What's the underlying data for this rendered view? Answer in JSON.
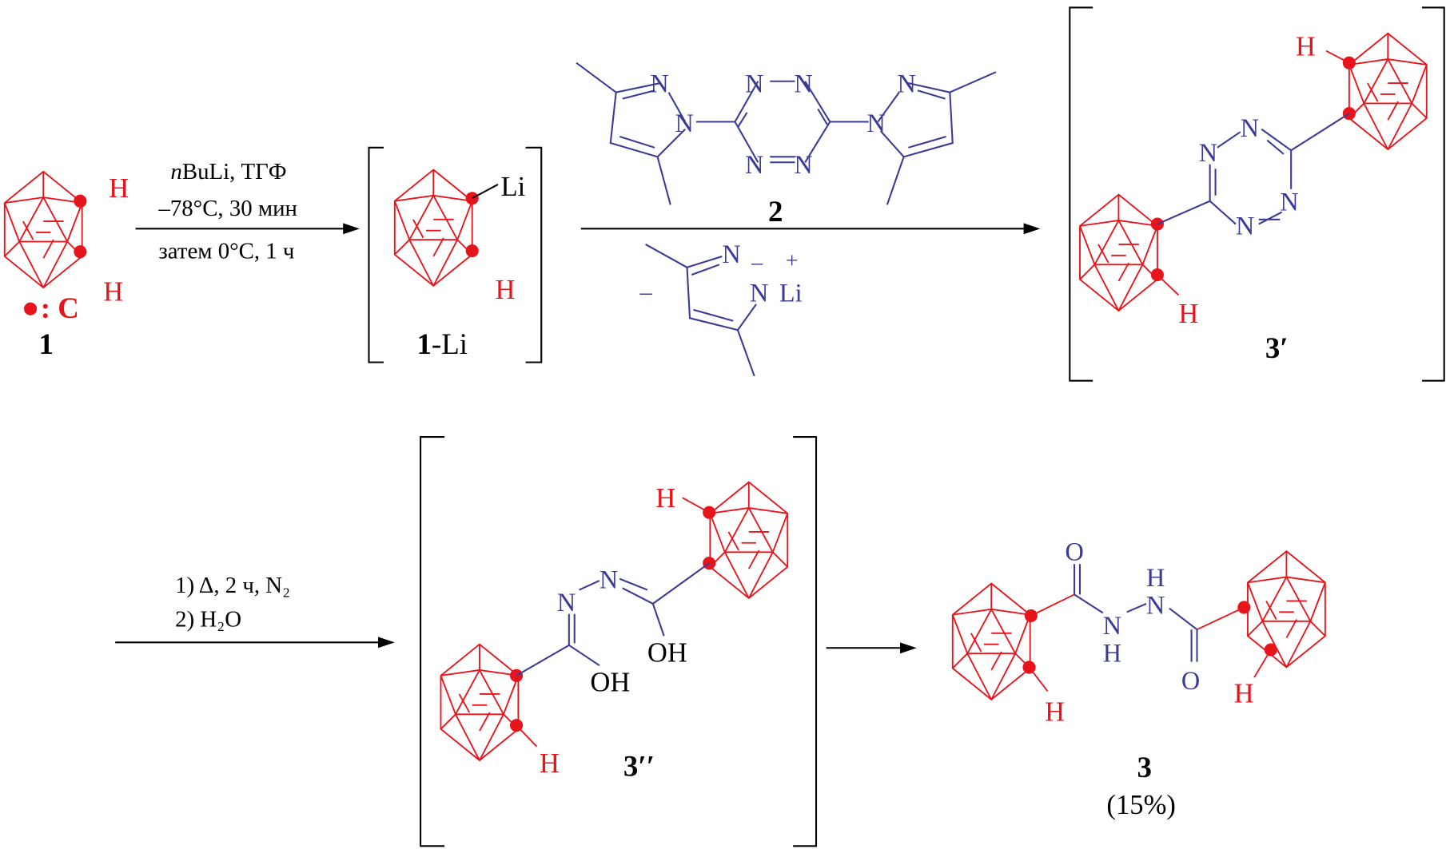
{
  "legend": {
    "dot": "●",
    "colon_c": ": C"
  },
  "compounds": {
    "c1": "1",
    "c1li_num": "1",
    "c1li_suffix": "-Li",
    "c2": "2",
    "c3prime": "3′",
    "c3dprime": "3′′",
    "c3": "3",
    "c3_yield": "(15%)"
  },
  "step1": {
    "line1_italic": "n",
    "line1": "BuLi, ТГФ",
    "line2": "–78°C, 30 мин",
    "line3": "затем 0°C, 1 ч"
  },
  "step3": {
    "line1": "1) Δ, 2 ч, N₂",
    "line2": "2) H₂O"
  },
  "atoms": {
    "H": "H",
    "Li": "Li",
    "N": "N",
    "O": "O",
    "OH": "OH",
    "minus": "–",
    "plus": "+"
  },
  "colors": {
    "carborane": "#e8141c",
    "organic": "#3b3b96"
  }
}
